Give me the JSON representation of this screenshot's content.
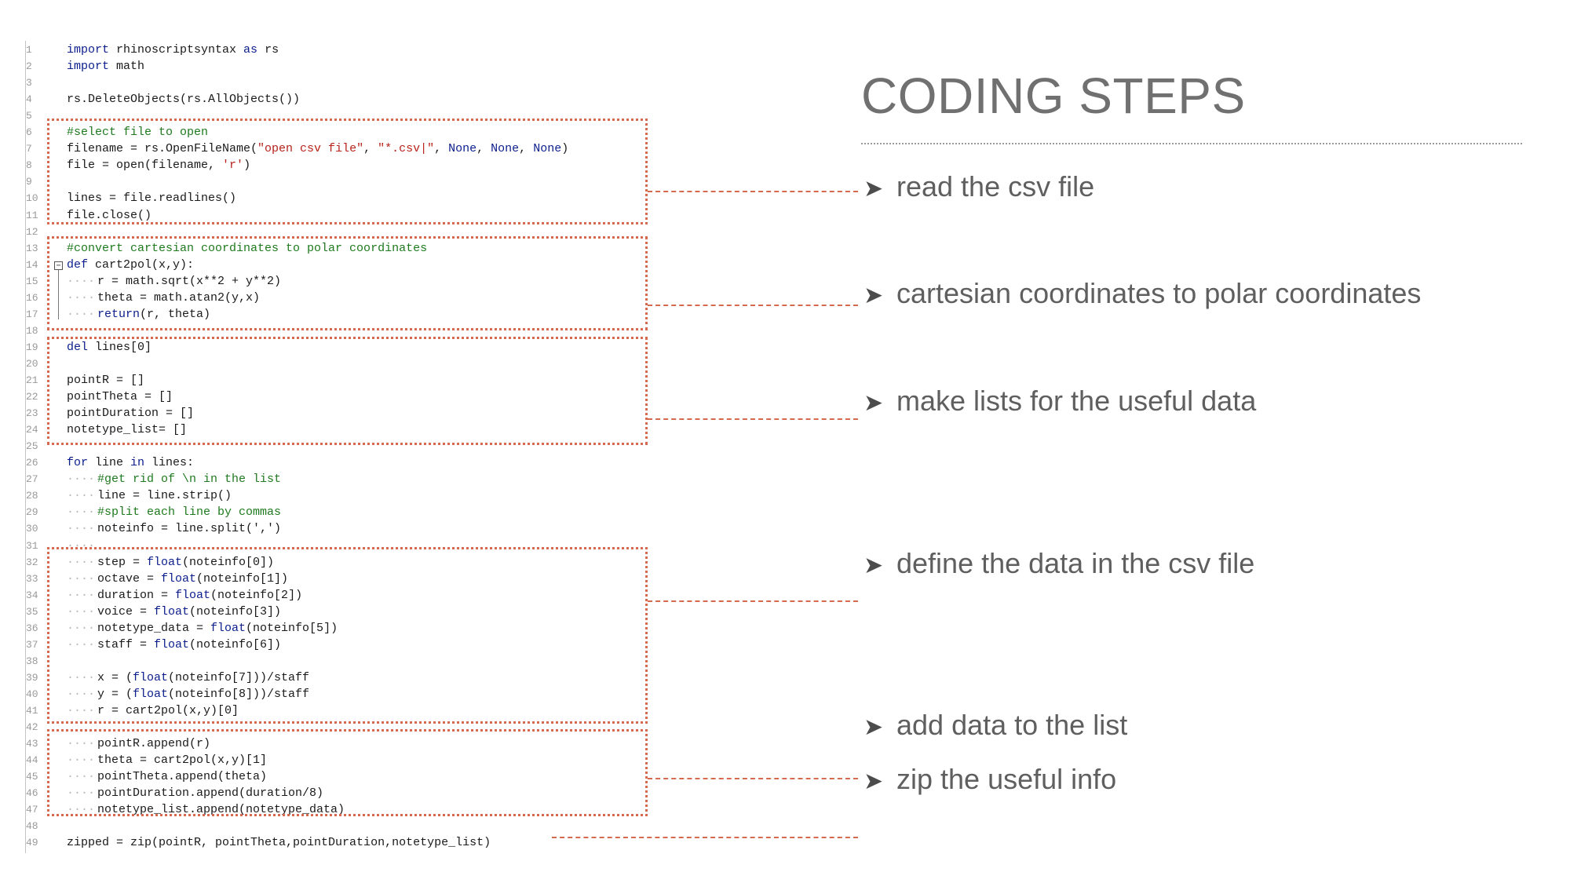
{
  "title": "CODING STEPS",
  "arrow_glyph": "➤",
  "steps": [
    {
      "label": "read the csv file"
    },
    {
      "label": "cartesian coordinates to polar coordinates"
    },
    {
      "label": "make lists for the useful data"
    },
    {
      "label": "define the data in the csv file"
    },
    {
      "label": "add data to the list"
    },
    {
      "label": "zip the useful info"
    }
  ],
  "code": {
    "lines": [
      {
        "n": "1",
        "indent": "",
        "segs": [
          [
            "kw",
            "import"
          ],
          [
            "p",
            " rhinoscriptsyntax "
          ],
          [
            "kw",
            "as"
          ],
          [
            "p",
            " rs"
          ]
        ]
      },
      {
        "n": "2",
        "indent": "",
        "segs": [
          [
            "kw",
            "import"
          ],
          [
            "p",
            " math"
          ]
        ]
      },
      {
        "n": "3",
        "indent": "",
        "segs": []
      },
      {
        "n": "4",
        "indent": "",
        "segs": [
          [
            "p",
            "rs.DeleteObjects(rs.AllObjects())"
          ]
        ]
      },
      {
        "n": "5",
        "indent": "",
        "segs": []
      },
      {
        "n": "6",
        "indent": "",
        "segs": [
          [
            "cm",
            "#select file to open"
          ]
        ]
      },
      {
        "n": "7",
        "indent": "",
        "segs": [
          [
            "p",
            "filename = rs.OpenFileName("
          ],
          [
            "str",
            "\"open csv file\""
          ],
          [
            "p",
            ", "
          ],
          [
            "str",
            "\"*.csv|\""
          ],
          [
            "p",
            ", "
          ],
          [
            "kw",
            "None"
          ],
          [
            "p",
            ", "
          ],
          [
            "kw",
            "None"
          ],
          [
            "p",
            ", "
          ],
          [
            "kw",
            "None"
          ],
          [
            "p",
            ")"
          ]
        ]
      },
      {
        "n": "8",
        "indent": "",
        "segs": [
          [
            "p",
            "file = open(filename, "
          ],
          [
            "str",
            "'r'"
          ],
          [
            "p",
            ")"
          ]
        ]
      },
      {
        "n": "9",
        "indent": "",
        "segs": []
      },
      {
        "n": "10",
        "indent": "",
        "segs": [
          [
            "p",
            "lines = file.readlines()"
          ]
        ]
      },
      {
        "n": "11",
        "indent": "",
        "segs": [
          [
            "p",
            "file.close()"
          ]
        ]
      },
      {
        "n": "12",
        "indent": "",
        "segs": []
      },
      {
        "n": "13",
        "indent": "",
        "segs": [
          [
            "cm",
            "#convert cartesian coordinates to polar coordinates"
          ]
        ]
      },
      {
        "n": "14",
        "indent": "",
        "segs": [
          [
            "kw",
            "def"
          ],
          [
            "p",
            " cart2pol(x,y):"
          ]
        ]
      },
      {
        "n": "15",
        "indent": "····",
        "segs": [
          [
            "p",
            "r = math.sqrt(x**2 + y**2)"
          ]
        ]
      },
      {
        "n": "16",
        "indent": "····",
        "segs": [
          [
            "p",
            "theta = math.atan2(y,x)"
          ]
        ]
      },
      {
        "n": "17",
        "indent": "····",
        "segs": [
          [
            "kw",
            "return"
          ],
          [
            "p",
            "(r, theta)"
          ]
        ]
      },
      {
        "n": "18",
        "indent": "",
        "segs": []
      },
      {
        "n": "19",
        "indent": "",
        "segs": [
          [
            "kw",
            "del"
          ],
          [
            "p",
            " lines[0]"
          ]
        ]
      },
      {
        "n": "20",
        "indent": "",
        "segs": []
      },
      {
        "n": "21",
        "indent": "",
        "segs": [
          [
            "p",
            "pointR = []"
          ]
        ]
      },
      {
        "n": "22",
        "indent": "",
        "segs": [
          [
            "p",
            "pointTheta = []"
          ]
        ]
      },
      {
        "n": "23",
        "indent": "",
        "segs": [
          [
            "p",
            "pointDuration = []"
          ]
        ]
      },
      {
        "n": "24",
        "indent": "",
        "segs": [
          [
            "p",
            "notetype_list= []"
          ]
        ]
      },
      {
        "n": "25",
        "indent": "",
        "segs": []
      },
      {
        "n": "26",
        "indent": "",
        "segs": [
          [
            "kw",
            "for"
          ],
          [
            "p",
            " line "
          ],
          [
            "kw",
            "in"
          ],
          [
            "p",
            " lines:"
          ]
        ]
      },
      {
        "n": "27",
        "indent": "····",
        "segs": [
          [
            "cm",
            "#get rid of \\n in the list"
          ]
        ]
      },
      {
        "n": "28",
        "indent": "····",
        "segs": [
          [
            "p",
            "line = line.strip()"
          ]
        ]
      },
      {
        "n": "29",
        "indent": "····",
        "segs": [
          [
            "cm",
            "#split each line by commas"
          ]
        ]
      },
      {
        "n": "30",
        "indent": "····",
        "segs": [
          [
            "p",
            "noteinfo = line.split(',')"
          ]
        ]
      },
      {
        "n": "31",
        "indent": "····",
        "segs": []
      },
      {
        "n": "32",
        "indent": "····",
        "segs": [
          [
            "p",
            "step = "
          ],
          [
            "kw",
            "float"
          ],
          [
            "p",
            "(noteinfo[0])"
          ]
        ]
      },
      {
        "n": "33",
        "indent": "····",
        "segs": [
          [
            "p",
            "octave = "
          ],
          [
            "kw",
            "float"
          ],
          [
            "p",
            "(noteinfo[1])"
          ]
        ]
      },
      {
        "n": "34",
        "indent": "····",
        "segs": [
          [
            "p",
            "duration = "
          ],
          [
            "kw",
            "float"
          ],
          [
            "p",
            "(noteinfo[2])"
          ]
        ]
      },
      {
        "n": "35",
        "indent": "····",
        "segs": [
          [
            "p",
            "voice = "
          ],
          [
            "kw",
            "float"
          ],
          [
            "p",
            "(noteinfo[3])"
          ]
        ]
      },
      {
        "n": "36",
        "indent": "····",
        "segs": [
          [
            "p",
            "notetype_data = "
          ],
          [
            "kw",
            "float"
          ],
          [
            "p",
            "(noteinfo[5])"
          ]
        ]
      },
      {
        "n": "37",
        "indent": "····",
        "segs": [
          [
            "p",
            "staff = "
          ],
          [
            "kw",
            "float"
          ],
          [
            "p",
            "(noteinfo[6])"
          ]
        ]
      },
      {
        "n": "38",
        "indent": "",
        "segs": []
      },
      {
        "n": "39",
        "indent": "····",
        "segs": [
          [
            "p",
            "x = ("
          ],
          [
            "kw",
            "float"
          ],
          [
            "p",
            "(noteinfo[7]))/staff"
          ]
        ]
      },
      {
        "n": "40",
        "indent": "····",
        "segs": [
          [
            "p",
            "y = ("
          ],
          [
            "kw",
            "float"
          ],
          [
            "p",
            "(noteinfo[8]))/staff"
          ]
        ]
      },
      {
        "n": "41",
        "indent": "····",
        "segs": [
          [
            "p",
            "r = cart2pol(x,y)[0]"
          ]
        ]
      },
      {
        "n": "42",
        "indent": "",
        "segs": []
      },
      {
        "n": "43",
        "indent": "····",
        "segs": [
          [
            "p",
            "pointR.append(r)"
          ]
        ]
      },
      {
        "n": "44",
        "indent": "····",
        "segs": [
          [
            "p",
            "theta = cart2pol(x,y)[1]"
          ]
        ]
      },
      {
        "n": "45",
        "indent": "····",
        "segs": [
          [
            "p",
            "pointTheta.append(theta)"
          ]
        ]
      },
      {
        "n": "46",
        "indent": "····",
        "segs": [
          [
            "p",
            "pointDuration.append(duration/8)"
          ]
        ]
      },
      {
        "n": "47",
        "indent": "····",
        "segs": [
          [
            "p",
            "notetype_list.append(notetype_data)"
          ]
        ]
      },
      {
        "n": "48",
        "indent": "",
        "segs": []
      },
      {
        "n": "49",
        "indent": "",
        "segs": [
          [
            "p",
            "zipped = zip(pointR, pointTheta,pointDuration,notetype_list)"
          ]
        ]
      }
    ]
  }
}
